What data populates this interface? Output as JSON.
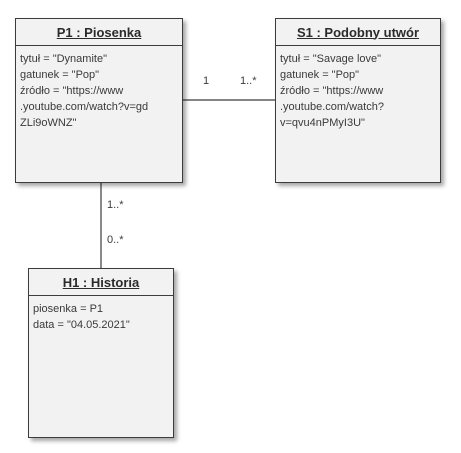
{
  "objects": {
    "song": {
      "title": "P1 : Piosenka",
      "attributes": [
        "tytuł = \"Dynamite\"",
        "gatunek = \"Pop\"",
        "źródło = \"https://www",
        ".youtube.com/watch?v=gd",
        "ZLi9oWNZ\""
      ]
    },
    "similar": {
      "title": "S1 : Podobny utwór",
      "attributes": [
        "tytuł = \"Savage love\"",
        "gatunek = \"Pop\"",
        "źródło = \"https://www",
        ".youtube.com/watch?",
        "v=qvu4nPMyI3U\""
      ]
    },
    "history": {
      "title": "H1 : Historia",
      "attributes": [
        "piosenka = P1",
        "data = \"04.05.2021\""
      ]
    }
  },
  "links": {
    "song_similar": {
      "source_mult": "1",
      "target_mult": "1..*"
    },
    "song_history": {
      "source_mult": "1..*",
      "target_mult": "0..*"
    }
  }
}
